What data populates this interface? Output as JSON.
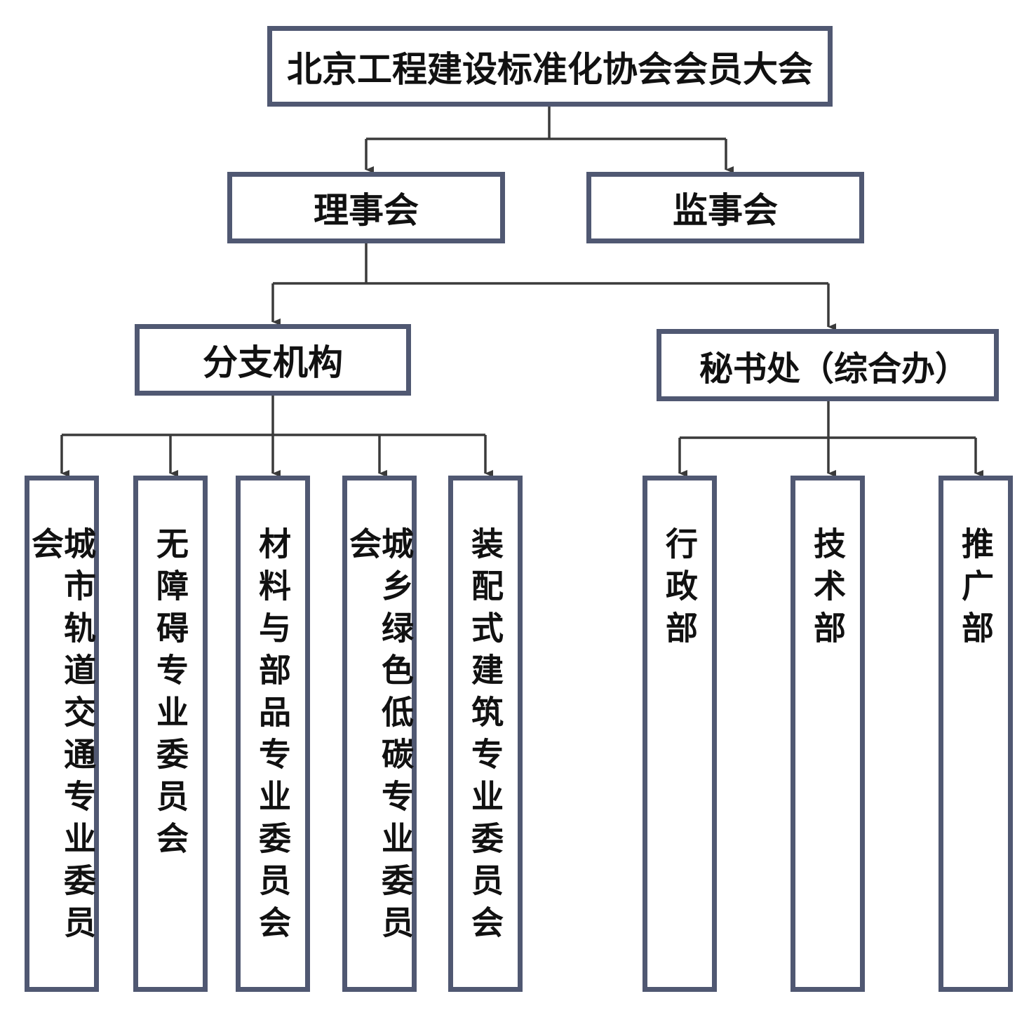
{
  "colors": {
    "box_border": "#505872",
    "connector": "#3a3a3a",
    "text": "#111111"
  },
  "nodes": {
    "root": "北京工程建设标准化协会会员大会",
    "board": "理事会",
    "supervisors": "监事会",
    "branches": "分支机构",
    "secretariat": "秘书处（综合办）",
    "branch_units": [
      "城市轨道交通专业委员会",
      "无障碍专业委员会",
      "材料与部品专业委员会",
      "城乡绿色低碳专业委员会",
      "装配式建筑专业委员会"
    ],
    "secretariat_depts": [
      "行政部",
      "技术部",
      "推广部"
    ]
  }
}
